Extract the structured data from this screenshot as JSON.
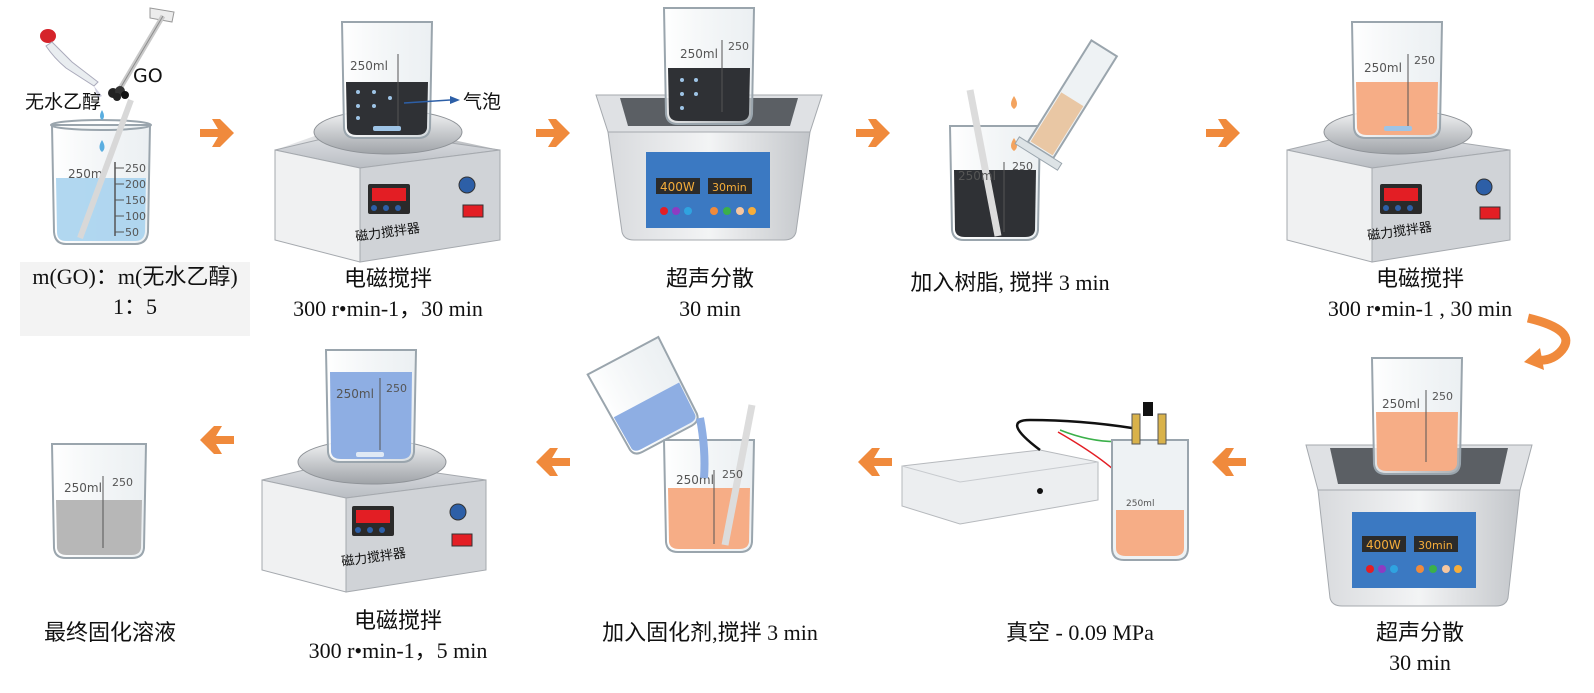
{
  "steps": [
    {
      "id": "s1",
      "line1": "m(GO)：m(无水乙醇)",
      "line2": "1：5"
    },
    {
      "id": "s2",
      "line1": "电磁搅拌",
      "line2": "300 r•min-1，30 min"
    },
    {
      "id": "s3",
      "line1": "超声分散",
      "line2": "30 min"
    },
    {
      "id": "s4",
      "line1": "加入树脂, 搅拌 3 min",
      "line2": ""
    },
    {
      "id": "s5",
      "line1": "电磁搅拌",
      "line2": "300 r•min-1 , 30 min"
    },
    {
      "id": "s6",
      "line1": "超声分散",
      "line2": "30 min"
    },
    {
      "id": "s7",
      "line1": "真空  - 0.09 MPa",
      "line2": ""
    },
    {
      "id": "s8",
      "line1": "加入固化剂,搅拌 3 min",
      "line2": ""
    },
    {
      "id": "s9",
      "line1": "电磁搅拌",
      "line2": "300 r•min-1，5 min"
    },
    {
      "id": "s10",
      "line1": "最终固化溶液",
      "line2": ""
    }
  ],
  "labels": {
    "go": "GO",
    "ethanol": "无水乙醇",
    "bubble": "气泡",
    "stirrer_name": "磁力搅拌器",
    "beaker_volume": "250ml",
    "scale_250": "250",
    "scale_200": "200",
    "scale_150": "150",
    "scale_100": "100",
    "scale_50": "50",
    "power": "400W",
    "time": "30min"
  },
  "colors": {
    "arrow": "#f08a3c",
    "ethanol_liquid": "#a9d3ee",
    "graphene_liquid": "#2f3135",
    "resin_liquid": "#f6ad86",
    "curing_liquid": "#8eaee3",
    "final_liquid": "#b7b7b7",
    "display_red": "#e31e24",
    "display_panel": "#3b79c2"
  }
}
